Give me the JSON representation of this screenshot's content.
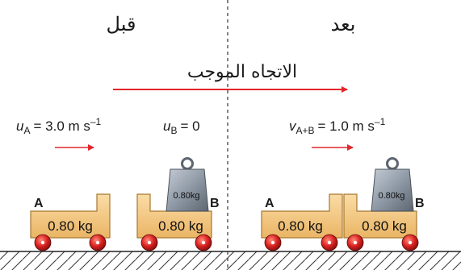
{
  "headings": {
    "before": "قبل",
    "after": "بعد"
  },
  "direction": {
    "label": "الاتجاه الموجب"
  },
  "velocities": {
    "uA": {
      "sym": "u",
      "sub": "A",
      "value": "= 3.0 m s",
      "exp": "–1"
    },
    "uB": {
      "sym": "u",
      "sub": "B",
      "value": "= 0"
    },
    "vAB": {
      "sym": "v",
      "sub": "A+B",
      "value": "= 1.0 m s",
      "exp": "–1"
    }
  },
  "carts": {
    "A_before": {
      "letter": "A",
      "mass": "0.80 kg"
    },
    "B_before": {
      "letter": "B",
      "mass": "0.80 kg",
      "weight": "0.80kg"
    },
    "A_after": {
      "letter": "A",
      "mass": "0.80 kg"
    },
    "B_after": {
      "letter": "B",
      "mass": "0.80 kg",
      "weight": "0.80kg"
    }
  },
  "colors": {
    "arrow": "#e3262b",
    "cart": "#f5c77e",
    "cart_stroke": "#a6772f",
    "wheel": "#d9201f",
    "weight": "#8f9aa6"
  }
}
